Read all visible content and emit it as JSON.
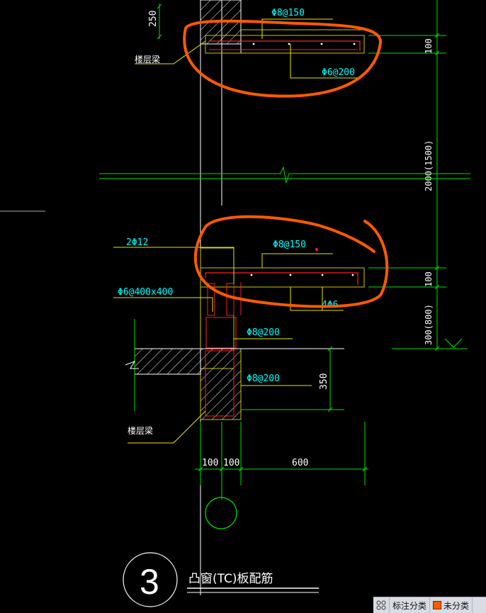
{
  "drawing": {
    "dim_top_beam_depth": "250",
    "label_floor_beam_top": "楼层梁",
    "label_top_rebar_top": "Φ8@150",
    "label_bottom_rebar_top": "Φ6@200",
    "dim_slab_thk_top": "100",
    "dim_window_height": "2000(1500)",
    "label_2phi12": "2Φ12",
    "label_top_rebar_bottom": "Φ8@150",
    "label_stirrup": "Φ6@400x400",
    "label_4phi6": "4Φ6",
    "label_slab_thk_bottom": "100",
    "dim_sill_height": "300(800)",
    "label_rebar_phi8_200_a": "Φ8@200",
    "label_rebar_phi8_200_b": "Φ8@200",
    "dim_beam_350": "350",
    "label_floor_beam_bottom": "楼层梁",
    "dim_100_a": "100",
    "dim_100_b": "100",
    "dim_600": "600",
    "detail_number": "3",
    "detail_title": "凸窗(TC)板配筋"
  },
  "statusbar": {
    "icon": "grid-icon",
    "btn_annotation_category": "标注分类",
    "btn_uncategorized": "未分类",
    "uncategorized_color": "#ff5a00"
  },
  "colors": {
    "background": "#000000",
    "dimension_green": "#00e000",
    "text_cyan": "#00ffff",
    "leader_yellow": "#e8e800",
    "rebar_red": "#ff2020",
    "highlight_orange": "#ff5a00",
    "outline_white": "#ffffff"
  }
}
